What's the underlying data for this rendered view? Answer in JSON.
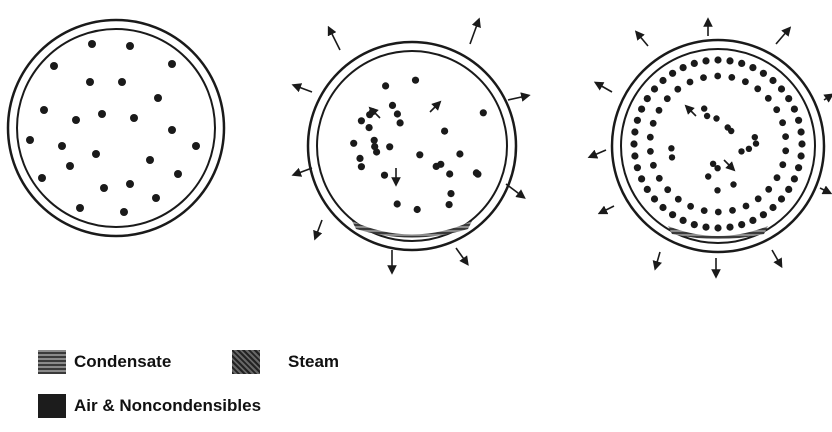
{
  "legend": {
    "condensate_label": "Condensate",
    "steam_label": "Steam",
    "air_label": "Air & Noncondensibles"
  },
  "colors": {
    "ink": "#1a1a1a",
    "paper": "#ffffff",
    "condensate": "#555555"
  },
  "panels": [
    {
      "name": "pipe-section-initial",
      "state": "steam and air mixed, no condensate"
    },
    {
      "name": "pipe-section-condensing",
      "state": "steam condensing, condensate at bottom, heat leaving"
    },
    {
      "name": "pipe-section-air-accumulated",
      "state": "air accumulated near wall, condensate at bottom"
    }
  ]
}
